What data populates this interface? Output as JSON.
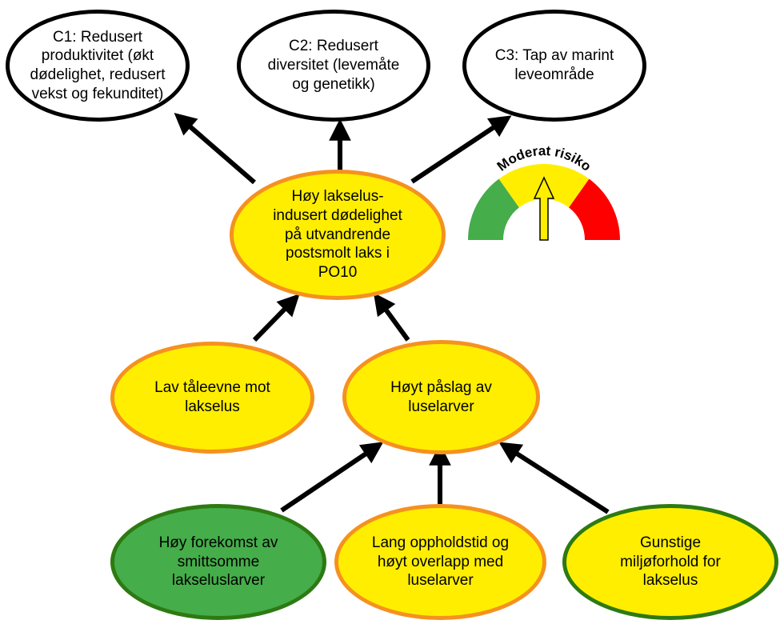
{
  "colors": {
    "arrow": "#000000",
    "node_fill_yellow": "#ffee00",
    "node_border_orange": "#f59120",
    "node_border_green": "#2d7a12",
    "node_fill_green": "#45ad4a",
    "gauge_green": "#45ad4a",
    "gauge_yellow": "#ffee00",
    "gauge_red": "#ff0000"
  },
  "consequences": {
    "c1": "C1: Redusert\nproduktivitet (økt\ndødelighet, redusert\nvekst og fekunditet)",
    "c2": "C2: Redusert\ndiversitet (levemåte\nog genetikk)",
    "c3": "C3: Tap av marint\nleveområde"
  },
  "hazard": "Høy lakselus-\nindusert dødelighet\npå utvandrende\npostsmolt laks i\nPO10",
  "intermediate": {
    "tolerance": "Lav tåleevne mot\nlakselus",
    "infestation": "Høyt påslag av\nluselarver"
  },
  "drivers": {
    "occurrence": "Høy forekomst av\nsmittsomme\nlakseluslarver",
    "residence": "Lang oppholdstid og\nhøyt overlapp med\nluselarver",
    "conditions": "Gunstige\nmiljøforhold for\nlakselus"
  },
  "gauge": {
    "label": "Moderat risiko",
    "level": "moderate",
    "segments": [
      "green",
      "yellow",
      "red"
    ]
  }
}
